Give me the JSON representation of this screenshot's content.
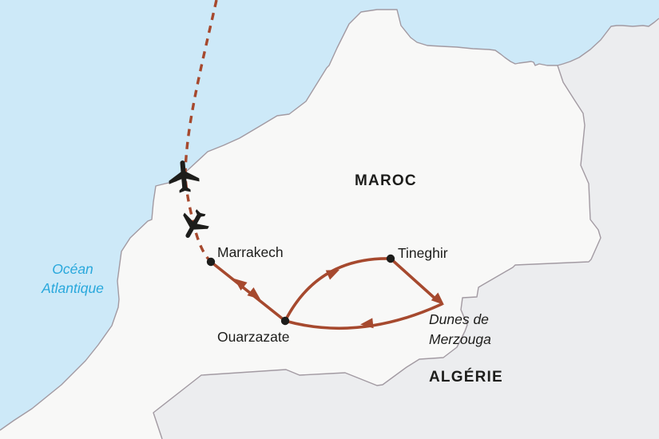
{
  "map": {
    "ocean_label": {
      "line1": "Océan",
      "line2": "Atlantique"
    },
    "countries": {
      "morocco": {
        "label": "MAROC"
      },
      "algeria": {
        "label": "ALGÉRIE"
      }
    },
    "places": {
      "marrakech": {
        "label": "Marrakech"
      },
      "tineghir": {
        "label": "Tineghir"
      },
      "ouarzazate": {
        "label": "Ouarzazate"
      },
      "merzouga": {
        "line1": "Dunes de",
        "line2": "Merzouga"
      }
    },
    "route": {
      "type": "tour-circuit",
      "legs": [
        {
          "from": "Marrakech",
          "to": "Ouarzazate",
          "bidirectional": true
        },
        {
          "from": "Ouarzazate",
          "to": "Tineghir"
        },
        {
          "from": "Tineghir",
          "to": "Dunes de Merzouga"
        },
        {
          "from": "Dunes de Merzouga",
          "to": "Ouarzazate"
        }
      ],
      "flight": {
        "style": "dashed",
        "connects_to": "Marrakech",
        "airplanes": 2
      }
    },
    "colors": {
      "ocean": "#cde9f8",
      "morocco_fill": "#f8f8f7",
      "algeria_fill": "#ecedef",
      "border_stroke": "#a29aa2",
      "route": "#a6492e",
      "label_dark": "#1d1d1b",
      "ocean_blue": "#29a8dc",
      "airplane": "#1d1d1b"
    }
  }
}
